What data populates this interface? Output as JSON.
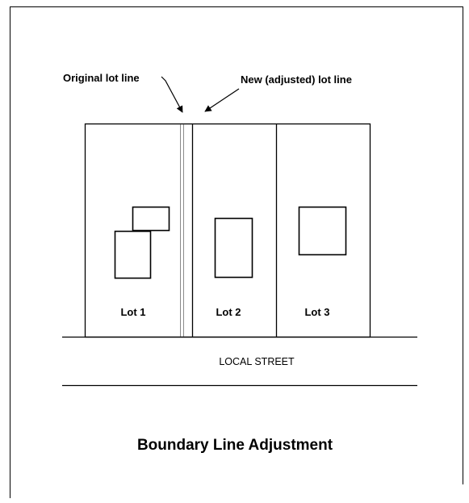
{
  "diagram": {
    "annotations": {
      "original_lot_line": "Original lot line",
      "new_lot_line": "New (adjusted) lot line"
    },
    "lots": [
      {
        "label": "Lot 1"
      },
      {
        "label": "Lot 2"
      },
      {
        "label": "Lot 3"
      }
    ],
    "street_label": "LOCAL STREET",
    "title": "Boundary Line Adjustment",
    "colors": {
      "line": "#000000",
      "original_line": "#9a9a9a",
      "background": "#ffffff"
    }
  }
}
